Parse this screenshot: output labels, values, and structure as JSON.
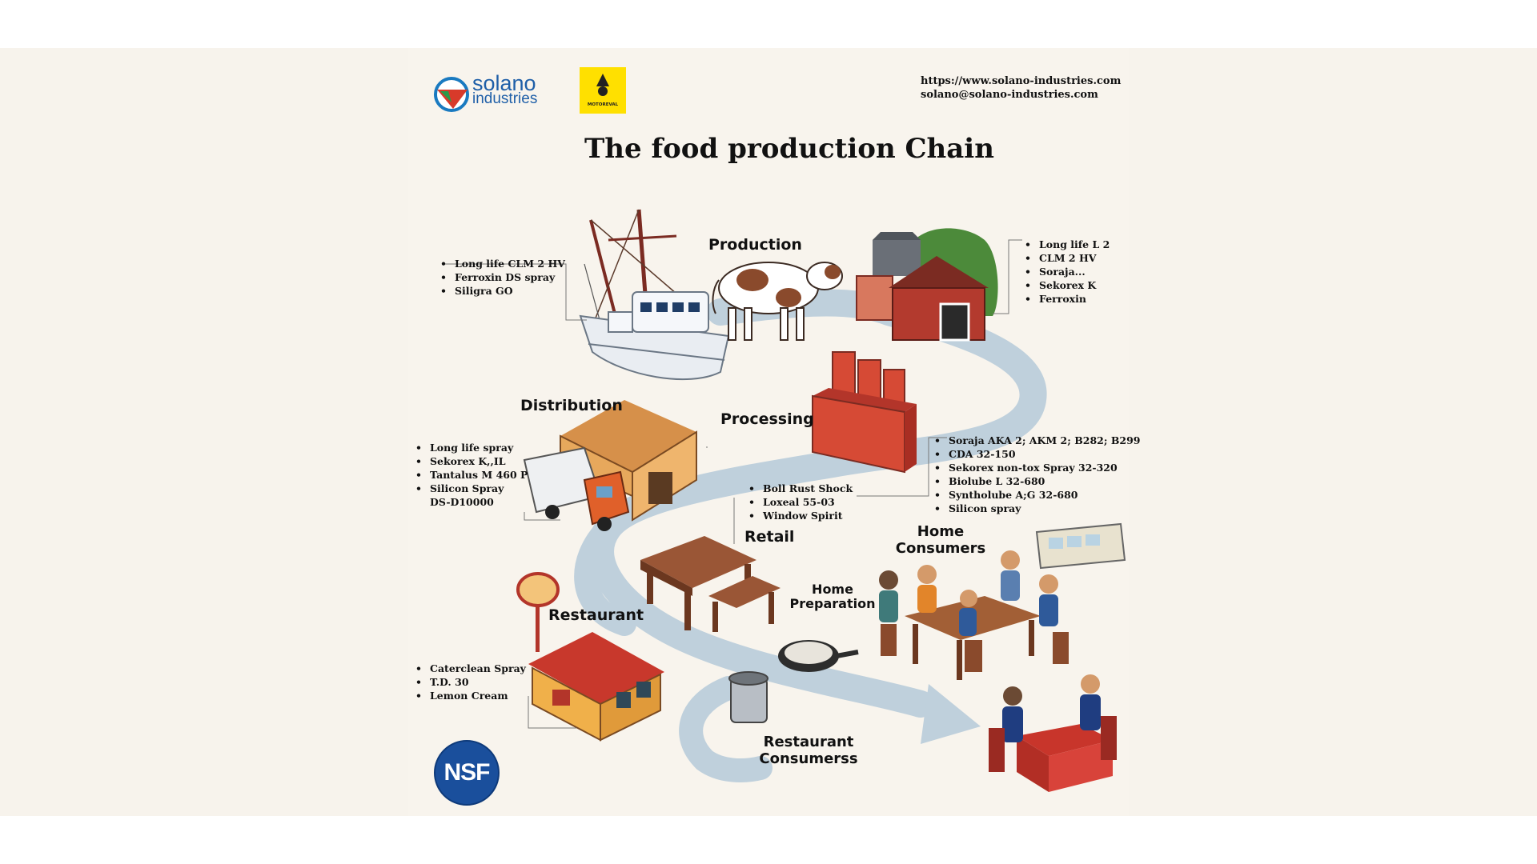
{
  "header": {
    "logo_word1": "solano",
    "logo_word2": "industries",
    "badge_text": "MOTOREVAL",
    "website": "https://www.solano-industries.com",
    "email": "solano@solano-industries.com"
  },
  "title": "The food production Chain",
  "stages": {
    "production": "Production",
    "distribution": "Distribution",
    "processing": "Processing",
    "retail": "Retail",
    "home_consumers": "Home Consumers",
    "home_preparation": "Home Preparation",
    "restaurant": "Restaurant",
    "restaurant_consumers": "Restaurant Consumerss"
  },
  "lists": {
    "production_left": [
      "Long life CLM 2 HV",
      "Ferroxin DS spray",
      "Siligra GO"
    ],
    "production_right": [
      "Long life L 2",
      "CLM 2 HV",
      "Soraja...",
      "Sekorex K",
      "Ferroxin"
    ],
    "distribution": [
      "Long life spray",
      "Sekorex K,,IL",
      "Tantalus M 460 P",
      "Silicon Spray",
      "DS-D10000"
    ],
    "processing": [
      "Soraja AKA 2; AKM 2; B282; B299",
      "CDA 32-150",
      "Sekorex non-tox Spray 32-320",
      "Biolube L 32-680",
      "Syntholube A;G 32-680",
      "Silicon spray"
    ],
    "retail": [
      "Boll Rust Shock",
      "Loxeal 55-03",
      "Window Spirit"
    ],
    "restaurant": [
      "Caterclean Spray",
      "T.D. 30",
      "Lemon Cream"
    ]
  },
  "nsf_logo": "NSF",
  "colors": {
    "road": "#b9ccd9",
    "barn_red": "#b33a2e",
    "factory_red": "#d64a35",
    "truck_orange": "#e0602a",
    "warehouse": "#e7a85c",
    "table_brown": "#8a4a2c",
    "nsf_blue": "#1a4f9c",
    "badge_yellow": "#ffe000"
  }
}
